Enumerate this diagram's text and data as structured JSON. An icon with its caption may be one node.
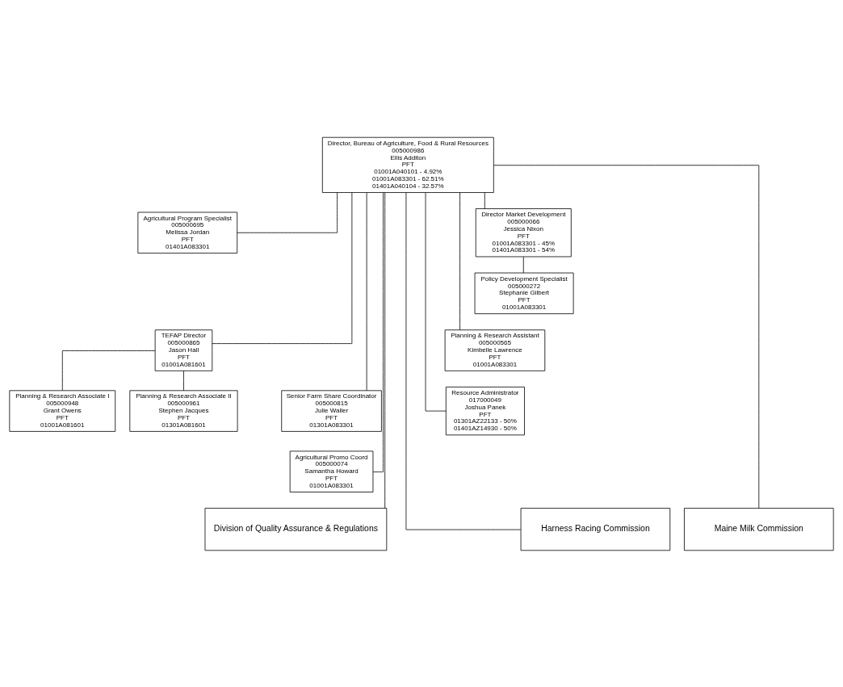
{
  "diagram": {
    "nodes": [
      {
        "text": [
          "Director, Bureau of Agriculture, Food & Rural Resources",
          "005000986",
          "Ellis Additon",
          "PFT",
          "01001A040101 - 4.92%",
          "01001A083301 - 62.51%",
          "01401A040104 - 32.57%"
        ]
      },
      {
        "text": [
          "Agricultural Program Specialist",
          "005000695",
          "Melissa Jordan",
          "PFT",
          "01401A083301"
        ]
      },
      {
        "text": [
          "Director Market Development",
          "005000066",
          "Jessica Nixon",
          "PFT",
          "01001A083301 - 45%",
          "01401A083301 - 54%"
        ]
      },
      {
        "text": [
          "Policy Development Specialist",
          "005000272",
          "Stephanie Gilbert",
          "PFT",
          "01001A083301"
        ]
      },
      {
        "text": [
          "TEFAP Director",
          "005000865",
          "Jason Hall",
          "PFT",
          "01001A081601"
        ]
      },
      {
        "text": [
          "Planning & Research Assistant",
          "005000565",
          "Kimbelle Lawrence",
          "PFT",
          "01001A083301"
        ]
      },
      {
        "text": [
          "Planning & Research Associate I",
          "005000948",
          "Grant Owens",
          "PFT",
          "01001A081601"
        ]
      },
      {
        "text": [
          "Planning & Research Associate II",
          "005000961",
          "Stephen Jacques",
          "PFT",
          "01301A081601"
        ]
      },
      {
        "text": [
          "Senior Farm Share Coordinator",
          "005000815",
          "Julie Waller",
          "PFT",
          "01301A083301"
        ]
      },
      {
        "text": [
          "Resource Administrator",
          "017000049",
          "Joshua Panek",
          "PFT",
          "01301AZ22133 - 50%",
          "01401AZ14930 - 50%"
        ]
      },
      {
        "text": [
          "Agricultural Promo Coord",
          "005000074",
          "Samantha Howard",
          "PFT",
          "01001A083301"
        ]
      },
      {
        "text": [
          "Harness Racing Commission"
        ]
      },
      {
        "text": [
          "Division of Quality Assurance & Regulations"
        ]
      },
      {
        "text": [
          "Maine Milk Commission"
        ]
      }
    ],
    "edges": [
      {
        "from": 0,
        "to": 1,
        "arrow": "none"
      },
      {
        "from": 0,
        "to": 2,
        "arrow": "none"
      },
      {
        "from": 2,
        "to": 3,
        "arrow": "none"
      },
      {
        "from": 0,
        "to": 4,
        "arrow": "none"
      },
      {
        "from": 0,
        "to": 5,
        "arrow": "none"
      },
      {
        "from": 4,
        "to": 6,
        "arrow": "none"
      },
      {
        "from": 4,
        "to": 7,
        "arrow": "none"
      },
      {
        "from": 0,
        "to": 8,
        "arrow": "none"
      },
      {
        "from": 0,
        "to": 9,
        "arrow": "none"
      },
      {
        "from": 0,
        "to": 10,
        "arrow": "none"
      },
      {
        "from": 0,
        "to": 11,
        "arrow": "none"
      },
      {
        "from": 0,
        "to": 12,
        "arrow": "none"
      },
      {
        "from": 0,
        "to": 13,
        "arrow": "none"
      }
    ]
  }
}
